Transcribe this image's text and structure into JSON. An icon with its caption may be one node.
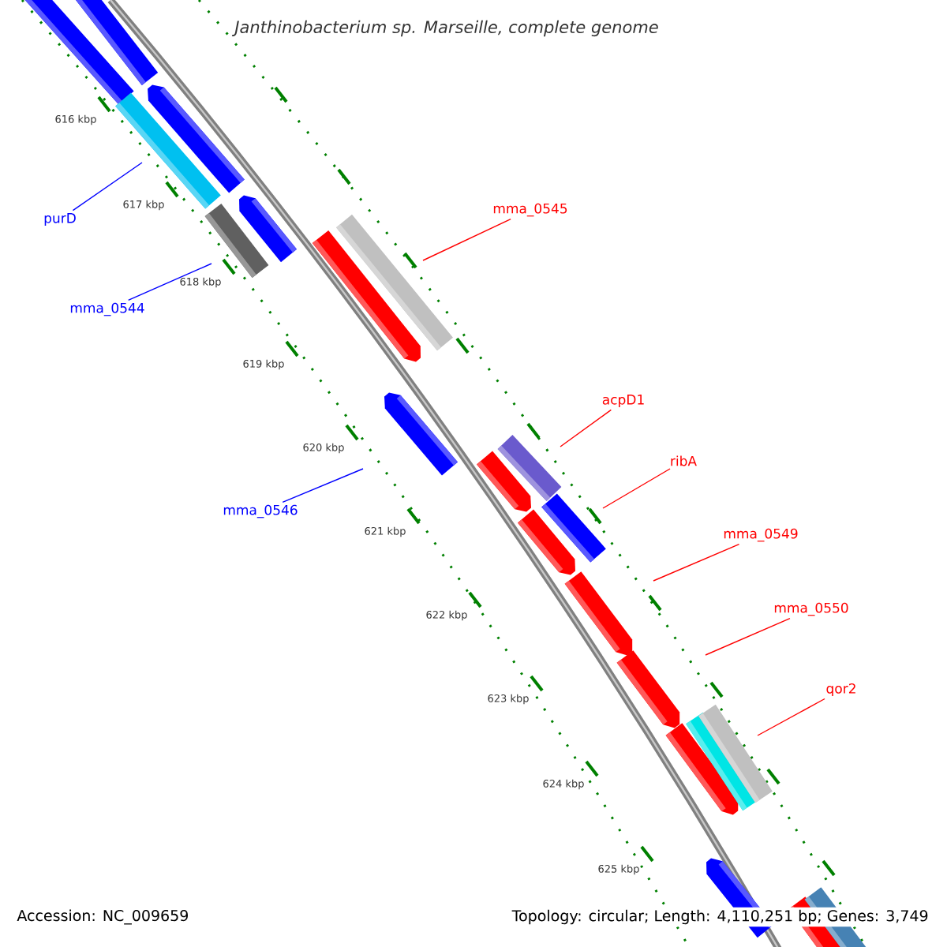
{
  "diagram": {
    "title": "Janthinobacterium sp. Marseille, complete genome",
    "nodes": [
      {
        "text": [
          "purD"
        ]
      },
      {
        "text": [
          "mma_0544"
        ]
      },
      {
        "text": [
          "mma_0546"
        ]
      },
      {
        "text": [
          "mma_0545"
        ]
      },
      {
        "text": [
          "acpD1"
        ]
      },
      {
        "text": [
          "ribA"
        ]
      },
      {
        "text": [
          "mma_0549"
        ]
      },
      {
        "text": [
          "mma_0550"
        ]
      },
      {
        "text": [
          "qor2"
        ]
      }
    ],
    "edges": [
      {
        "from": 0,
        "to": null,
        "arrow": "none",
        "color": "#0000ff"
      },
      {
        "from": 1,
        "to": null,
        "arrow": "none",
        "color": "#0000ff"
      },
      {
        "from": 2,
        "to": null,
        "arrow": "none",
        "color": "#0000ff"
      },
      {
        "from": 3,
        "to": null,
        "arrow": "none"
      },
      {
        "from": 4,
        "to": null,
        "arrow": "none"
      },
      {
        "from": 5,
        "to": null,
        "arrow": "none"
      },
      {
        "from": 6,
        "to": null,
        "arrow": "none"
      },
      {
        "from": 7,
        "to": null,
        "arrow": "none"
      },
      {
        "from": 8,
        "to": null,
        "arrow": "none"
      }
    ],
    "labels": [
      "616 kbp",
      "617 kbp",
      "618 kbp",
      "619 kbp",
      "620 kbp",
      "621 kbp",
      "622 kbp",
      "623 kbp",
      "624 kbp",
      "625 kbp",
      "Accession: NC_009659",
      "Topology: circular; Length: 4,110,251 bp; Genes: 3,749"
    ]
  }
}
